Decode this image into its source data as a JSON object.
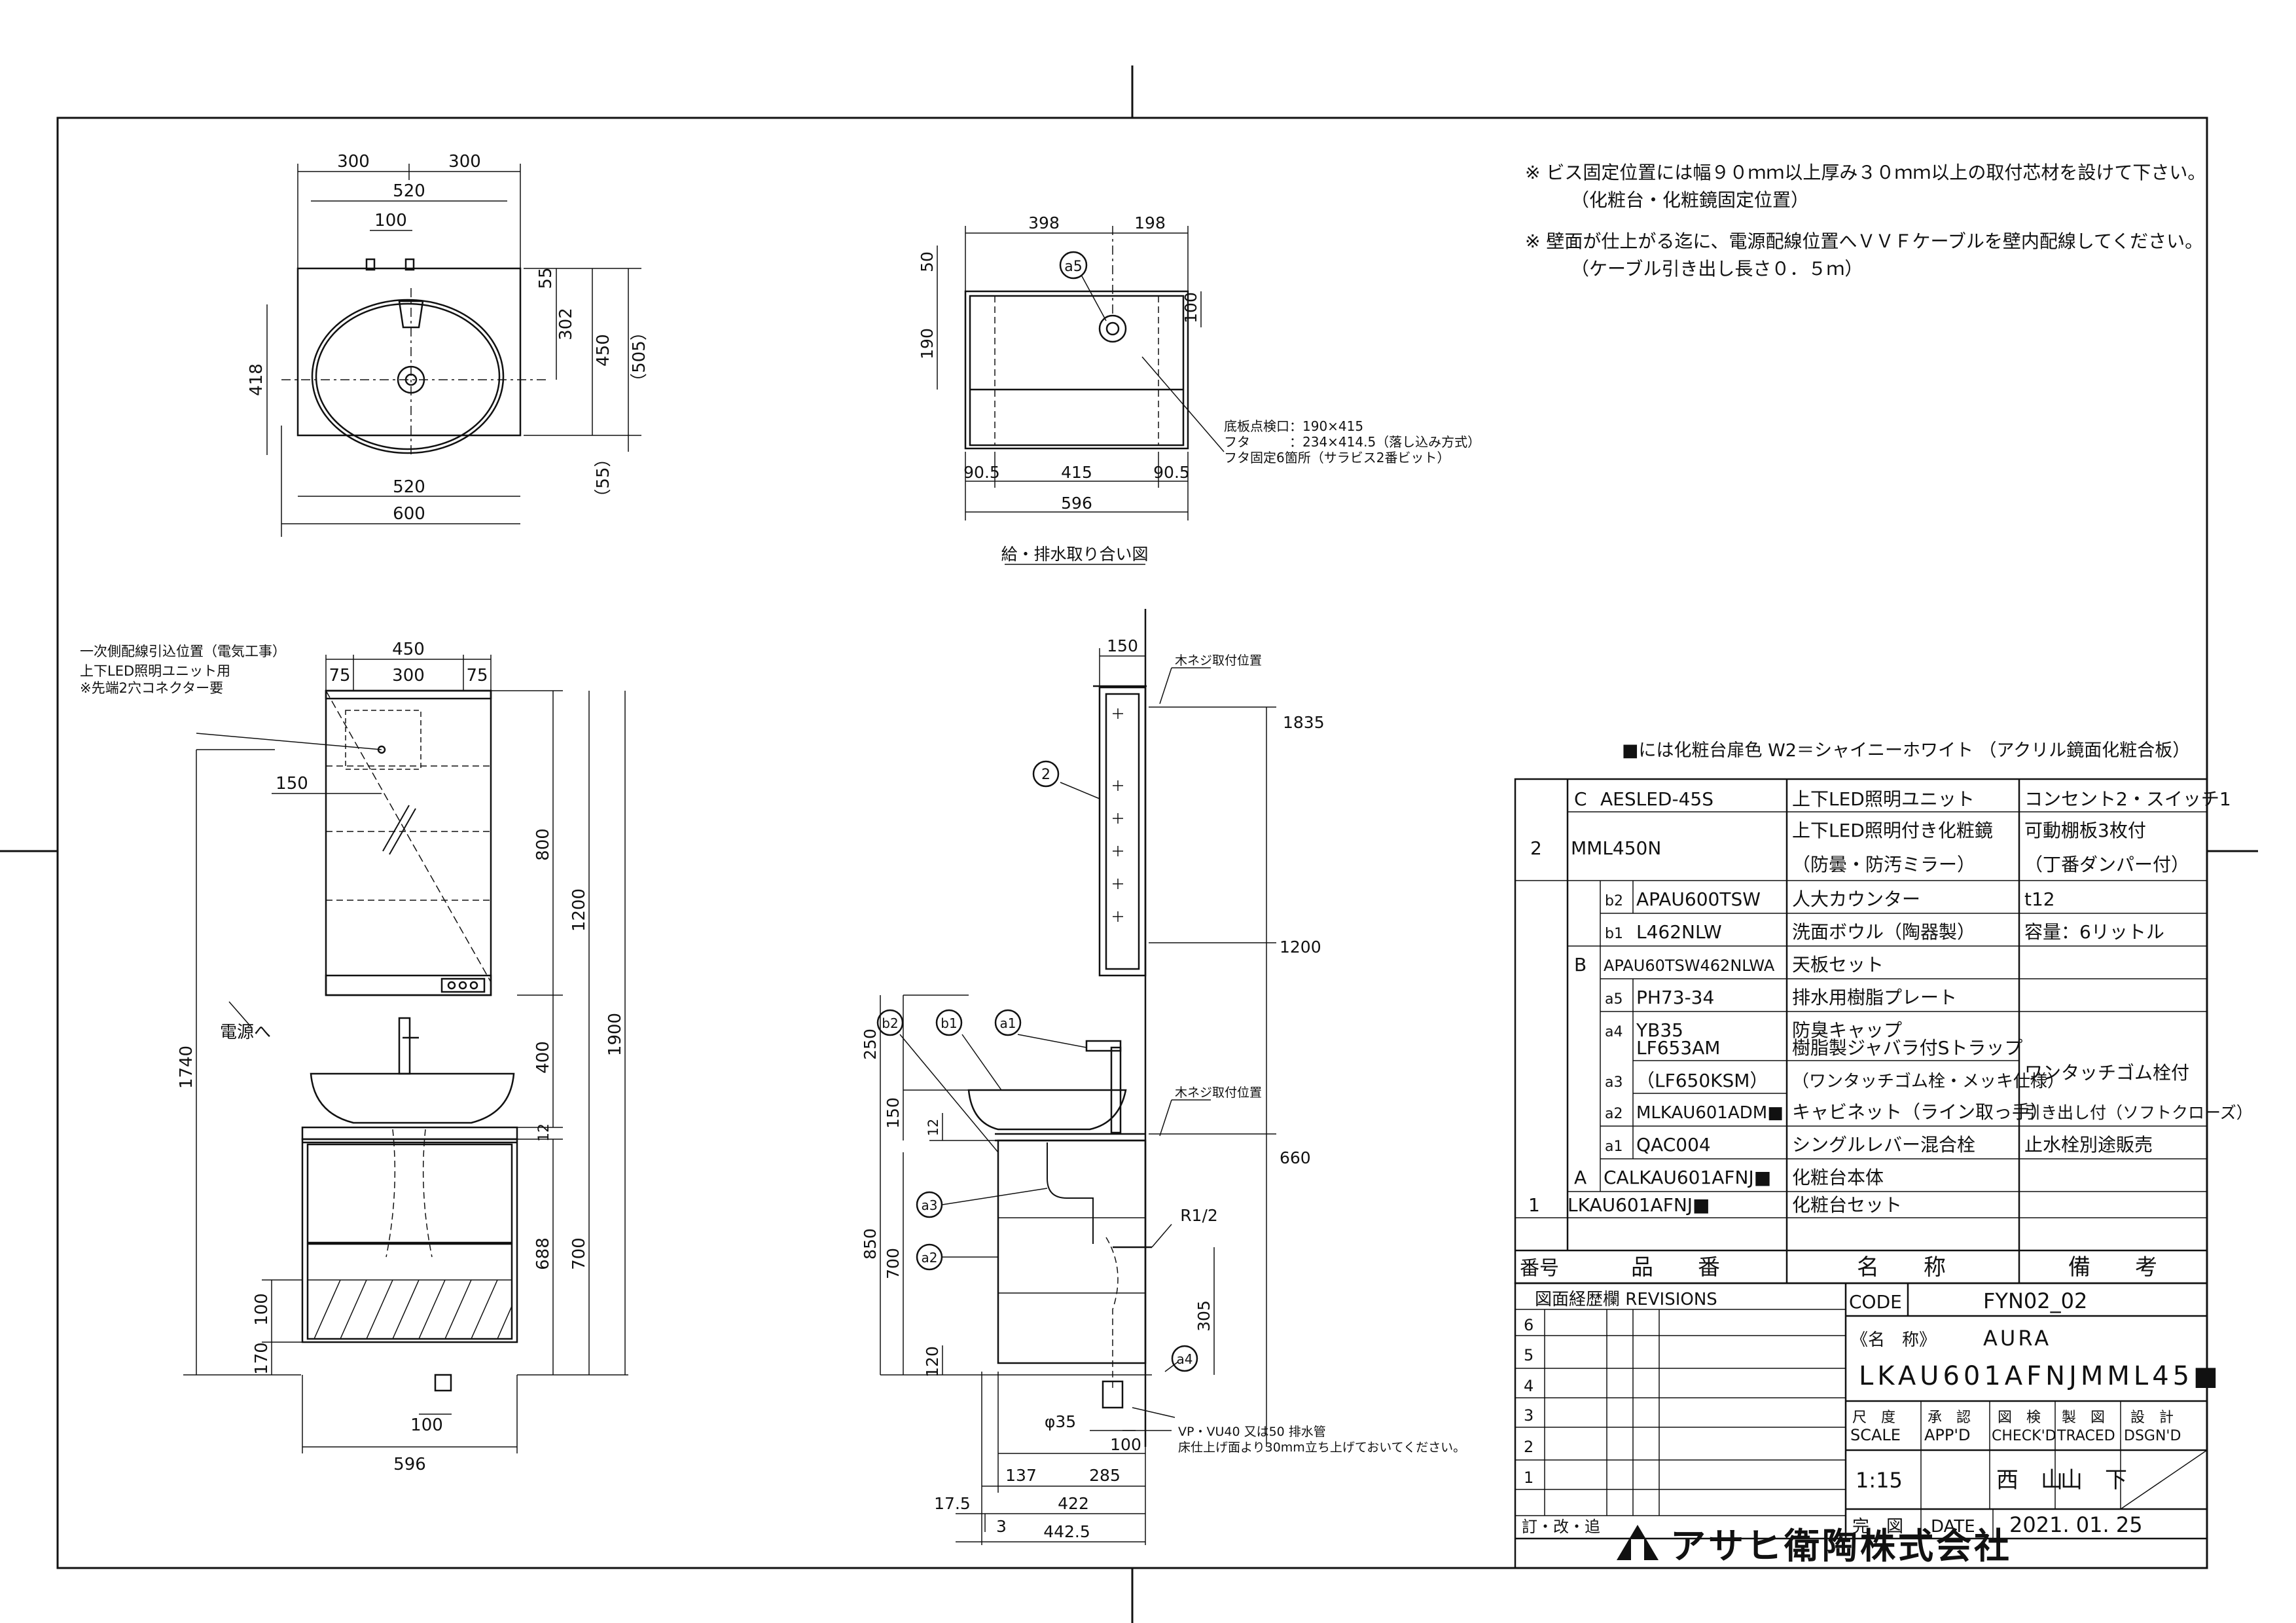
{
  "notes": [
    "※ ビス固定位置には幅９０ｍｍ以上厚み３０ｍｍ以上の取付芯材を設けて下さい。",
    "（化粧台・化粧鏡固定位置）",
    "※ 壁面が仕上がる迄に、電源配線位置へＶＶＦケーブルを壁内配線してください。",
    "（ケーブル引き出し長さ０．５ｍ）"
  ],
  "color_note": "■には化粧台扉色 W2＝シャイニーホワイト （アクリル鏡面化粧合板）",
  "top_view_dims": {
    "d300a": "300",
    "d300b": "300",
    "d520top": "520",
    "d100": "100",
    "d55": "55",
    "d302": "302",
    "d450": "450",
    "d505": "（505）",
    "d418": "418",
    "d520bot": "520",
    "d600": "600",
    "d55b": "（55）"
  },
  "plumbing": {
    "caption": "給・排水取り合い図",
    "d398": "398",
    "d198": "198",
    "d50": "50",
    "d190": "190",
    "d100": "100",
    "d90a": "90.5",
    "d415": "415",
    "d90b": "90.5",
    "d596": "596",
    "a5": "a5",
    "spec1": "底板点検口：190×415",
    "spec2": "フタ　　　：234×414.5（落し込み方式）",
    "spec3": "フタ固定6箇所（サラビス2番ビット）"
  },
  "front_view": {
    "lead1": "一次側配線引込位置（電気工事）",
    "lead2": "上下LED照明ユニット用",
    "lead3": "※先端2穴コネクター要",
    "d450": "450",
    "d75a": "75",
    "d300": "300",
    "d75b": "75",
    "d150": "150",
    "d800": "800",
    "d1200": "1200",
    "d1900": "1900",
    "d1740": "1740",
    "d400": "400",
    "d12": "12",
    "d688": "688",
    "d700": "700",
    "d100": "100",
    "d170": "170",
    "d100b": "100",
    "d596": "596",
    "power": "電源へ"
  },
  "side_view": {
    "d150top": "150",
    "screw1": "木ネジ取付位置",
    "screw2": "木ネジ取付位置",
    "d1835": "1835",
    "d1200": "1200",
    "d660": "660",
    "d250": "250",
    "d150": "150",
    "d12": "12",
    "d850": "850",
    "d700": "700",
    "d120": "120",
    "d305": "305",
    "r12": "R1/2",
    "phi35": "φ35",
    "d100": "100",
    "d137": "137",
    "d285": "285",
    "d175": "17.5",
    "d422": "422",
    "d3": "3",
    "d4425": "442.5",
    "vp1": "VP・VU40 又は50 排水管",
    "vp2": "床仕上げ面より30mm立ち上げておいてください。",
    "c2": "2",
    "b2": "b2",
    "b1": "b1",
    "a1": "a1",
    "a3": "a3",
    "a2": "a2",
    "a4": "a4"
  },
  "parts": [
    {
      "mark": "C",
      "code": "AESLED-45S",
      "name": "上下LED照明ユニット",
      "remark": "コンセント2・スイッチ1"
    },
    {
      "mark": "2",
      "code": "MML450N",
      "name": "上下LED照明付き化粧鏡",
      "name2": "（防曇・防汚ミラー）",
      "remark": "可動棚板3枚付",
      "remark2": "（丁番ダンパー付）"
    },
    {
      "mark": "b2",
      "code": "APAU600TSW",
      "name": "人大カウンター",
      "remark": "t12"
    },
    {
      "mark": "b1",
      "code": "L462NLW",
      "name": "洗面ボウル（陶器製）",
      "remark": "容量：6リットル"
    },
    {
      "mark": "B",
      "code": "APAU60TSW462NLWA",
      "name": "天板セット",
      "remark": ""
    },
    {
      "mark": "a5",
      "code": "PH73-34",
      "name": "排水用樹脂プレート",
      "remark": ""
    },
    {
      "mark": "a4",
      "code": "YB35",
      "name": "防臭キャップ",
      "remark": ""
    },
    {
      "mark": "a3",
      "code": "LF653AM",
      "name": "樹脂製ジャバラ付Sトラップ",
      "code2": "（LF650KSM）",
      "name2": "（ワンタッチゴム栓・メッキ仕様）",
      "remark": "ワンタッチゴム栓付"
    },
    {
      "mark": "a2",
      "code": "MLKAU601ADM■",
      "name": "キャビネット（ライン取っ手）",
      "remark": "引き出し付（ソフトクローズ）"
    },
    {
      "mark": "a1",
      "code": "QAC004",
      "name": "シングルレバー混合栓",
      "remark": "止水栓別途販売"
    },
    {
      "mark": "A",
      "code": "CALKAU601AFNJ■",
      "name": "化粧台本体",
      "remark": ""
    },
    {
      "mark": "1",
      "code": "LKAU601AFNJ■",
      "name": "化粧台セット",
      "remark": ""
    }
  ],
  "table_headers": {
    "no": "番号",
    "code": "品　　番",
    "name": "名　　称",
    "remark": "備　　考"
  },
  "title_block": {
    "revisions": "図面経歴欄 REVISIONS",
    "code_label": "CODE",
    "code_value": "FYN02_02",
    "name_label": "《名　称》",
    "name_value": "AURA",
    "model": "LKAU601AFNJMML45■",
    "scale_jp": "尺　度",
    "scale_en": "SCALE",
    "app_jp": "承　認",
    "app_en": "APP'D",
    "check_jp": "図　検",
    "check_en": "CHECK'D",
    "trace_jp": "製　図",
    "trace_en": "TRACED",
    "design_jp": "設　計",
    "design_en": "DSGN'D",
    "scale_value": "1:15",
    "checker": "西　山",
    "tracer": "山　下",
    "date_jp": "完　図",
    "date_en": "DATE",
    "date_value": "2021. 01. 25",
    "revise": "訂・改・追",
    "rev_marks": [
      "6",
      "5",
      "4",
      "3",
      "2",
      "1"
    ]
  },
  "company": "アサヒ衛陶株式会社"
}
